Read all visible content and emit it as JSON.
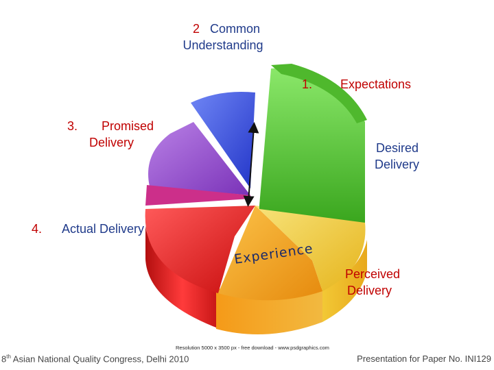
{
  "labels": {
    "common": {
      "num": "2",
      "text1": "Common",
      "text2": "Understanding"
    },
    "expectations": {
      "num": "1.",
      "text": "Expectations"
    },
    "promised": {
      "num": "3.",
      "text1": "Promised",
      "text2": "Delivery"
    },
    "desired": {
      "line1": "Desired",
      "line2": "Delivery"
    },
    "actual": {
      "num": "4.",
      "text": "Actual Delivery"
    },
    "experience": "Experience",
    "perceived": {
      "line1": "Perceived",
      "line2": "Delivery"
    }
  },
  "credit": "Resolution 5000 x 3500 px - free download - www.psdgraphics.com",
  "footer": {
    "left_sup": "th",
    "left_num": "8",
    "left_text": " Asian National Quality Congress, Delhi 2010",
    "right": "Presentation for Paper No. INI129"
  },
  "colors": {
    "green": "#5ccf3a",
    "blue": "#3f5fe0",
    "purple": "#9a4fd0",
    "magenta": "#cc2f8a",
    "red": "#ee2a2a",
    "orange": "#f4a51e",
    "yellow": "#f2d13a",
    "label_red": "#c00000",
    "label_blue": "#1f3a8a"
  }
}
